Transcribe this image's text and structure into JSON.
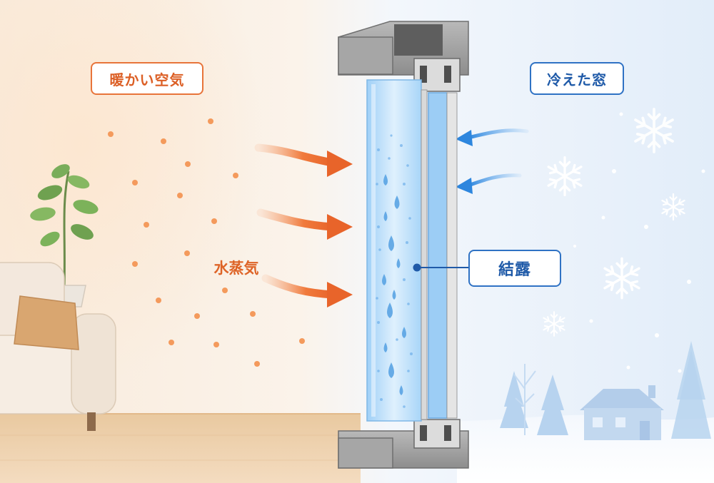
{
  "labels": {
    "warm_air": "暖かい空気",
    "cold_window": "冷えた窓",
    "water_vapor": "水蒸気",
    "condensation": "結露"
  },
  "colors": {
    "warm_accent": "#e8743a",
    "cold_accent": "#2f72c4",
    "warm_background": "#fbf1e6",
    "cold_background": "#e8f1fb",
    "glass_tint": "#bfe0fb"
  },
  "icons": {
    "warm_arrow": "arrow-right-icon",
    "cold_arrow": "arrow-left-icon",
    "snowflake": "snowflake-icon",
    "water_drop": "water-drop-icon"
  }
}
